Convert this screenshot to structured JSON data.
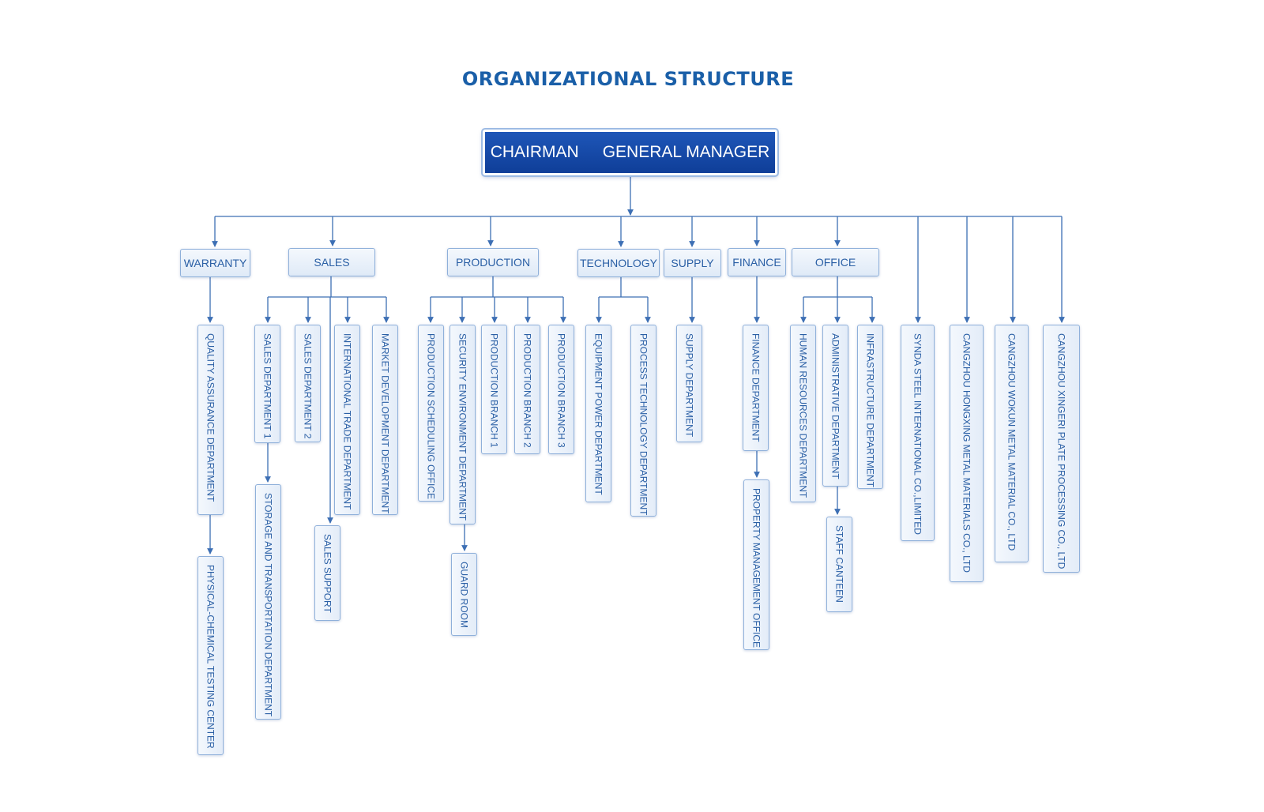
{
  "title": "ORGANIZATIONAL STRUCTURE",
  "top": {
    "left": "CHAIRMAN",
    "right": "GENERAL MANAGER"
  },
  "departments": [
    {
      "label": "WARRANTY"
    },
    {
      "label": "SALES"
    },
    {
      "label": "PRODUCTION"
    },
    {
      "label": "TECHNOLOGY"
    },
    {
      "label": "SUPPLY"
    },
    {
      "label": "FINANCE"
    },
    {
      "label": "OFFICE"
    }
  ],
  "units": [
    {
      "label": "QUALITY ASSURANCE DEPARTMENT"
    },
    {
      "label": "PHYSICAL-CHEMICAL TESTING CENTER"
    },
    {
      "label": "SALES DEPARTMENT 1"
    },
    {
      "label": "STORAGE AND TRANSPORTATION DEPARTMENT"
    },
    {
      "label": "SALES DEPARTMENT 2"
    },
    {
      "label": "SALES SUPPORT"
    },
    {
      "label": "INTERNATIONAL TRADE DEPARTMENT"
    },
    {
      "label": "MARKET DEVELOPMENT DEPARTMENT"
    },
    {
      "label": "PRODUCTION SCHEDULING OFFICE"
    },
    {
      "label": "SECURITY ENVIRONMENT DEPARTMENT"
    },
    {
      "label": "GUARD ROOM"
    },
    {
      "label": "PRODUCTION BRANCH 1"
    },
    {
      "label": "PRODUCTION BRANCH 2"
    },
    {
      "label": "PRODUCTION BRANCH 3"
    },
    {
      "label": "EQUIPMENT POWER DEPARTMENT"
    },
    {
      "label": "PROCESS TECHNOLOGY DEPARTMENT"
    },
    {
      "label": "SUPPLY DEPARTMENT"
    },
    {
      "label": "FINANCE DEPARTMENT"
    },
    {
      "label": "PROPERTY MANAGEMENT OFFICE"
    },
    {
      "label": "HUMAN RESOURCES DEPARTMENT"
    },
    {
      "label": "ADMINISTRATIVE DEPARTMENT"
    },
    {
      "label": "STAFF CANTEEN"
    },
    {
      "label": "INFRASTRUCTURE DEPARTMENT"
    },
    {
      "label": "SYNDA STEEL INTERNATIONAL CO.,LIMITED"
    },
    {
      "label": "CANGZHOU HONGXING METAL MATERIALS CO., LTD"
    },
    {
      "label": "CANGZHOU WOKUN METAL MATERIAL CO., LTD"
    },
    {
      "label": "CANGZHOU XINGERI PLATE PROCESSING CO., LTD"
    }
  ],
  "colors": {
    "title": "#1a5fa8",
    "line": "#3d6fb4",
    "box_text": "#2a5fa5",
    "top_box": "#1e56b8"
  }
}
